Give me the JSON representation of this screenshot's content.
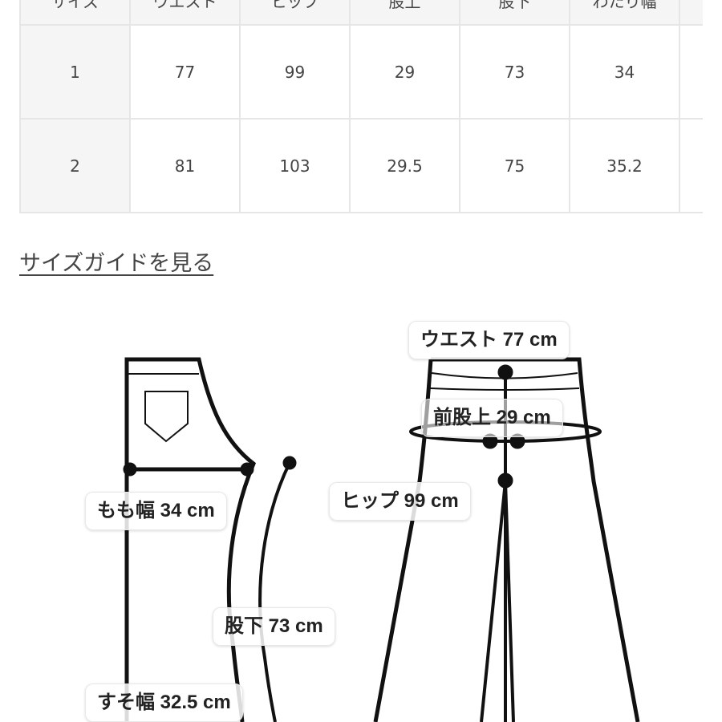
{
  "table": {
    "headers": [
      "サイズ",
      "ウエスト",
      "ヒップ",
      "股上",
      "股下",
      "わたり幅",
      ""
    ],
    "rows": [
      [
        "1",
        "77",
        "99",
        "29",
        "73",
        "34",
        ""
      ],
      [
        "2",
        "81",
        "103",
        "29.5",
        "75",
        "35.2",
        ""
      ]
    ]
  },
  "size_guide_link": "サイズガイドを見る",
  "diagram": {
    "waist": "ウエスト 77 cm",
    "front_rise": "前股上 29 cm",
    "hip": "ヒップ 99 cm",
    "thigh": "もも幅 34 cm",
    "inseam": "股下 73 cm",
    "hem": "すそ幅 32.5 cm"
  }
}
